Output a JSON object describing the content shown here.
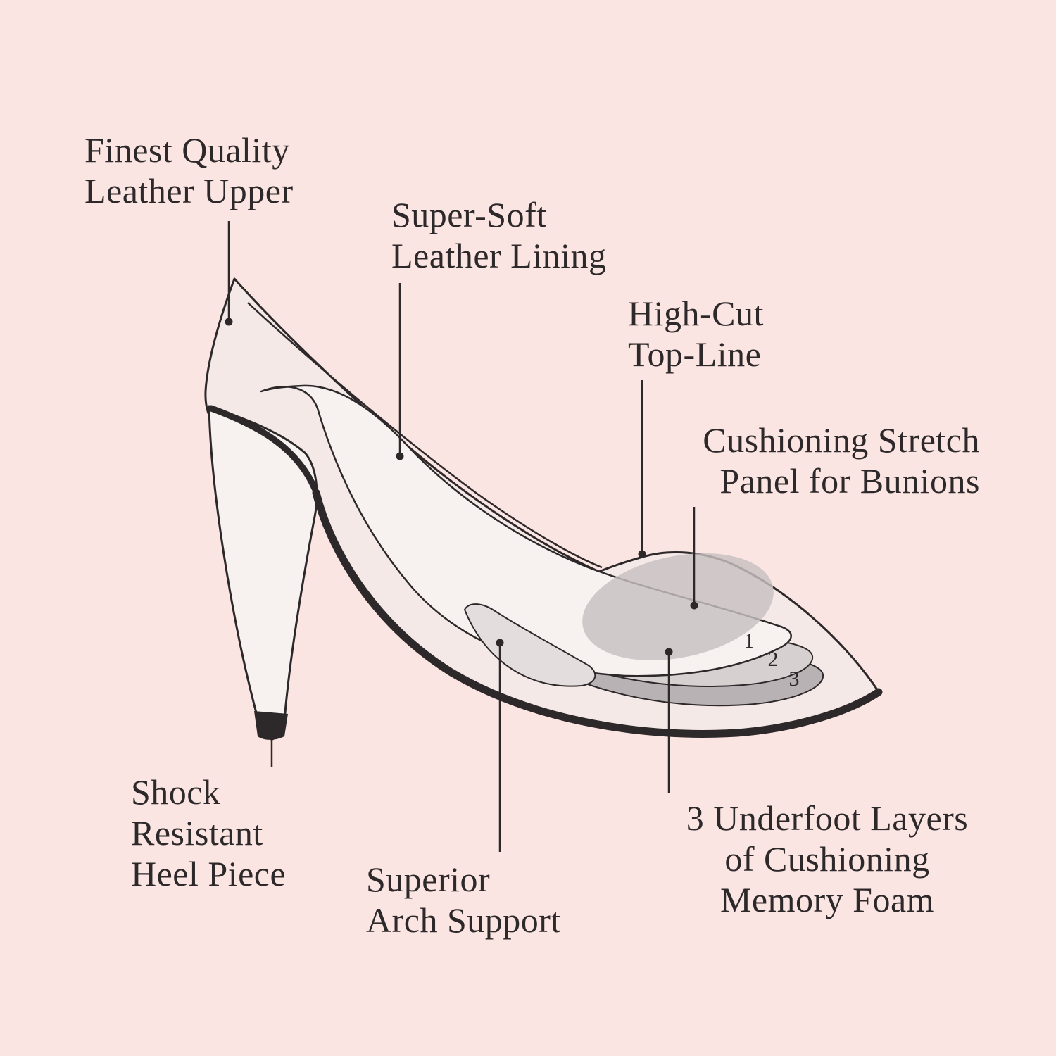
{
  "colors": {
    "bg": "#fbe5e2",
    "ink": "#2d292a",
    "shoe-fill": "#f5e9e7",
    "white": "#f7f2f0",
    "panel": "#c7bfc1",
    "layer2": "#d7d0d1",
    "layer3": "#b9b2b4",
    "arch": "#e4dddd"
  },
  "labels": {
    "leather_upper": {
      "lines": [
        "Finest Quality",
        "Leather Upper"
      ]
    },
    "leather_lining": {
      "lines": [
        "Super-Soft",
        "Leather Lining"
      ]
    },
    "top_line": {
      "lines": [
        "High-Cut",
        "Top-Line"
      ]
    },
    "stretch_panel": {
      "lines": [
        "Cushioning Stretch",
        "Panel for Bunions"
      ]
    },
    "heel_piece": {
      "lines": [
        "Shock",
        "Resistant",
        "Heel Piece"
      ]
    },
    "arch_support": {
      "lines": [
        "Superior",
        "Arch Support"
      ]
    },
    "memory_foam": {
      "lines": [
        "3 Underfoot Layers",
        "of Cushioning",
        "Memory Foam"
      ]
    }
  },
  "foam_layers": [
    {
      "num": "1"
    },
    {
      "num": "2"
    },
    {
      "num": "3"
    }
  ]
}
